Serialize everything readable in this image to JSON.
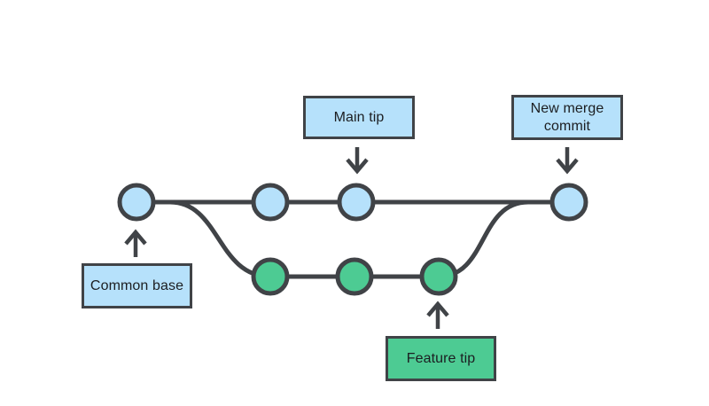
{
  "diagram": {
    "type": "git-merge-branch-diagram",
    "labels": {
      "main_tip": "Main tip",
      "new_merge_commit": "New merge commit",
      "common_base": "Common base",
      "feature_tip": "Feature tip"
    },
    "colors": {
      "main_commit_fill": "#b6e1fb",
      "feature_commit_fill": "#4dcb93",
      "line": "#404347",
      "text": "#1c1e21",
      "background": "#ffffff"
    },
    "structure": {
      "main_branch_commits": 4,
      "feature_branch_commits": 3,
      "annotations": [
        {
          "label": "Common base",
          "target": "first shared commit on main line",
          "arrow_direction": "up"
        },
        {
          "label": "Main tip",
          "target": "third commit on main line",
          "arrow_direction": "down"
        },
        {
          "label": "Feature tip",
          "target": "last commit on feature branch",
          "arrow_direction": "up"
        },
        {
          "label": "New merge commit",
          "target": "final commit where feature merges into main",
          "arrow_direction": "down"
        }
      ]
    }
  }
}
